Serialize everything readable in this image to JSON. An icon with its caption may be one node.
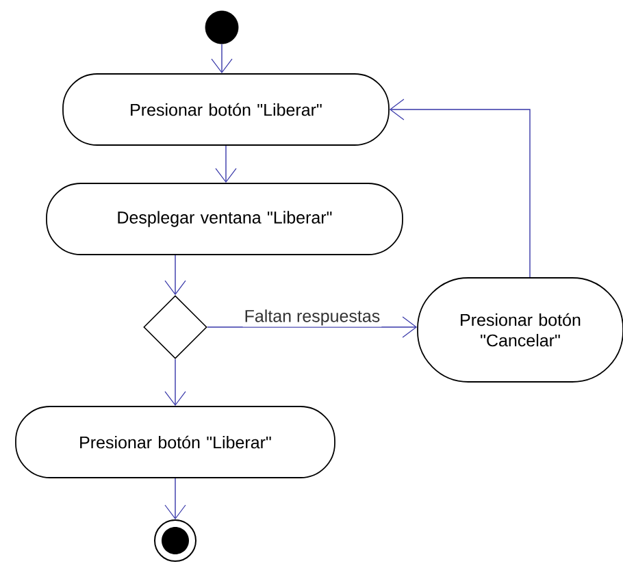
{
  "diagram": {
    "nodes": [
      {
        "text": [],
        "shape": "circle"
      },
      {
        "text": [
          "Presionar botón \"Liberar\""
        ]
      },
      {
        "text": [
          "Desplegar ventana \"Liberar\""
        ]
      },
      {
        "text": [],
        "shape": "diamond"
      },
      {
        "text": [
          "Presionar botón \"Liberar\""
        ]
      },
      {
        "text": [
          "Presionar botón \"Cancelar\""
        ]
      },
      {
        "text": [],
        "shape": "bullseye"
      }
    ],
    "edges": [
      {
        "from": 0,
        "to": 1,
        "arrow": "to"
      },
      {
        "from": 1,
        "to": 2,
        "arrow": "to"
      },
      {
        "from": 2,
        "to": 3,
        "arrow": "to"
      },
      {
        "from": 3,
        "to": 5,
        "arrow": "to",
        "label": "Faltan respuestas"
      },
      {
        "from": 3,
        "to": 4,
        "arrow": "to"
      },
      {
        "from": 4,
        "to": 6,
        "arrow": "to"
      },
      {
        "from": 5,
        "to": 1,
        "arrow": "to"
      }
    ]
  }
}
